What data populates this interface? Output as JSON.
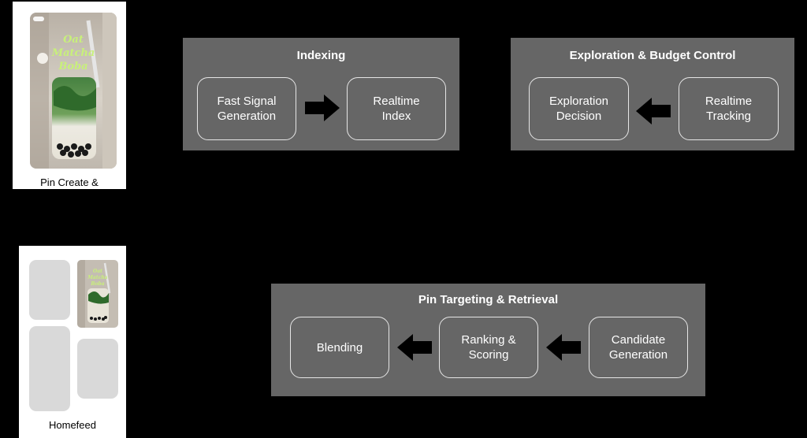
{
  "phones": {
    "create": {
      "caption": "Pin Create &",
      "image_text": [
        "Oat",
        "Matcha",
        "Boba"
      ]
    },
    "homefeed": {
      "caption": "Homefeed",
      "image_text": [
        "Oat",
        "Matcha",
        "Boba"
      ]
    }
  },
  "panels": {
    "indexing": {
      "title": "Indexing",
      "nodes": [
        "Fast Signal\nGeneration",
        "Realtime\nIndex"
      ]
    },
    "exploration": {
      "title": "Exploration & Budget Control",
      "nodes": [
        "Exploration\nDecision",
        "Realtime\nTracking"
      ]
    },
    "targeting": {
      "title": "Pin Targeting & Retrieval",
      "nodes": [
        "Blending",
        "Ranking &\nScoring",
        "Candidate\nGeneration"
      ]
    }
  },
  "colors": {
    "background": "#000000",
    "panel": "#666666",
    "node_border": "#e6e6e6",
    "arrow": "#000000",
    "placeholder_tile": "#d9d9d9"
  },
  "icons": {
    "arrow_right": "arrow-right-icon",
    "arrow_left": "arrow-left-icon"
  }
}
